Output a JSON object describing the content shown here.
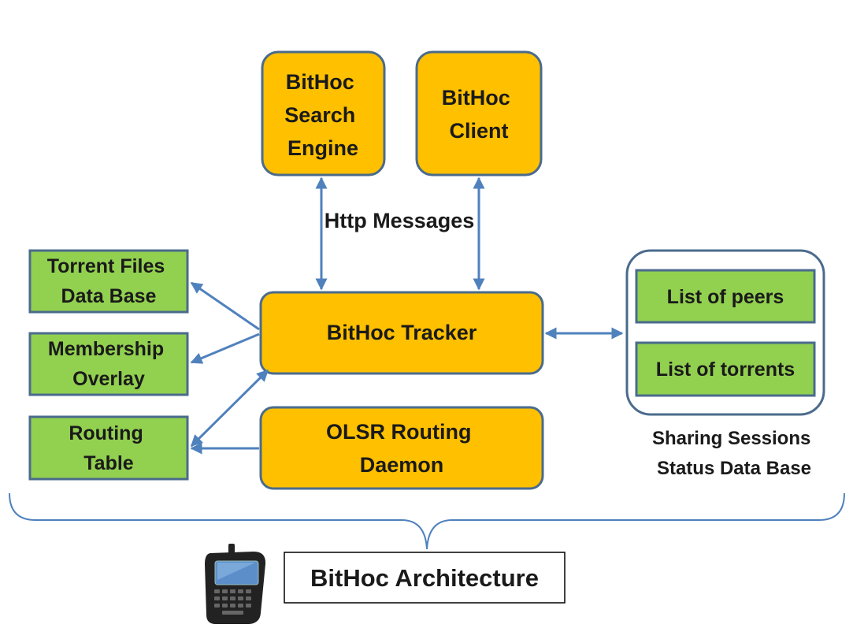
{
  "diagram": {
    "title": "BitHoc Architecture",
    "edge_label": "Http Messages",
    "group_caption": [
      "Sharing Sessions",
      "Status Data Base"
    ],
    "colors": {
      "component_fill": "#FFC000",
      "store_fill": "#92D050",
      "border": "#4A6B8C",
      "arrow": "#4F81BD"
    },
    "icon": "smartphone-icon",
    "nodes": {
      "search_engine": [
        "BitHoc",
        "Search",
        "Engine"
      ],
      "client": [
        "BitHoc",
        "Client"
      ],
      "tracker": [
        "BitHoc Tracker"
      ],
      "olsr": [
        "OLSR Routing",
        "Daemon"
      ],
      "torrent_files": [
        "Torrent Files",
        "Data Base"
      ],
      "membership": [
        "Membership",
        "Overlay"
      ],
      "routing_table": [
        "Routing",
        "Table"
      ],
      "peers": [
        "List of peers"
      ],
      "torrents": [
        "List of torrents"
      ]
    }
  }
}
